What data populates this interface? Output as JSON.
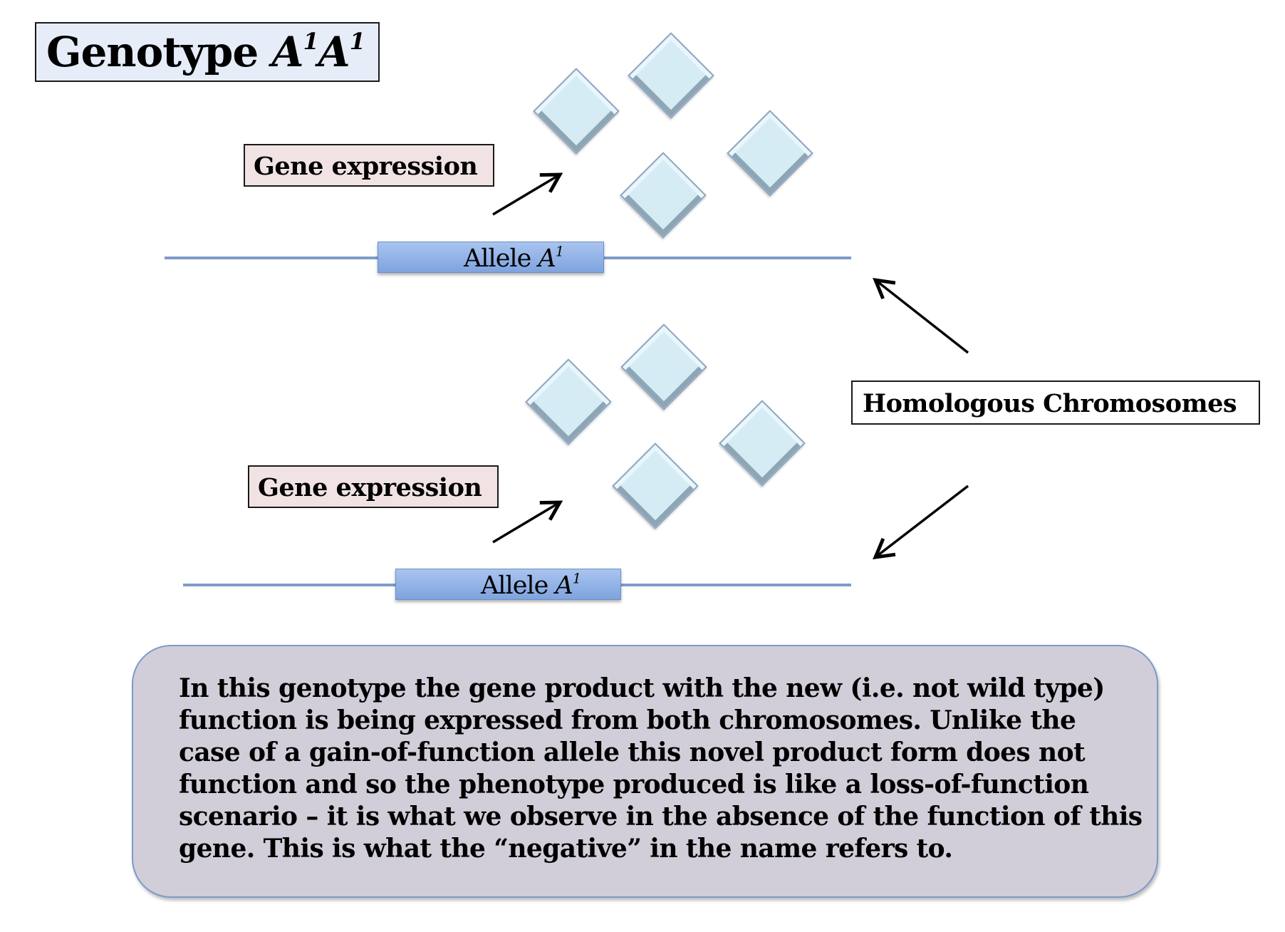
{
  "title": {
    "prefix": "Genotype",
    "allele1": "A",
    "sup1": "1",
    "allele2": "A",
    "sup2": "1"
  },
  "chromosomes": [
    {
      "gene_expression_label": "Gene expression",
      "allele_label": "Allele",
      "allele_symbol": "A",
      "allele_sup": "1",
      "product_count": 4
    },
    {
      "gene_expression_label": "Gene expression",
      "allele_label": "Allele",
      "allele_symbol": "A",
      "allele_sup": "1",
      "product_count": 4
    }
  ],
  "homologous_label": "Homologous Chromosomes",
  "summary": {
    "lines": [
      "In this genotype the gene product with the new (i.e. not wild type)",
      "function is being expressed from both chromosomes. Unlike the",
      "case of a gain-of-function allele this novel product form does not",
      "function and so the phenotype produced is like a loss-of-function",
      "scenario – it is what we observe in the absence of the function of this",
      "gene. This is what the “negative” in the name refers to."
    ]
  },
  "colors": {
    "title_bg": "#e6edf8",
    "gene_label_bg": "#f1e3e3",
    "allele_box": "#8fb0e6",
    "chromosome_line": "#7f9ccb",
    "gene_product": "#d5ecf4",
    "summary_bg": "#d1ced9",
    "summary_border": "#7d9acb"
  }
}
